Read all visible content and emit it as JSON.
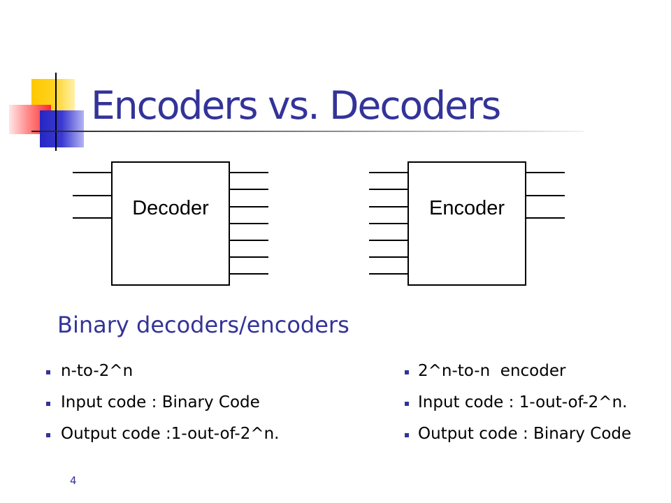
{
  "slide": {
    "title": "Encoders vs. Decoders",
    "subtitle": "Binary decoders/encoders",
    "page_number": "4"
  },
  "diagrams": {
    "decoder": {
      "label": "Decoder"
    },
    "encoder": {
      "label": "Encoder"
    }
  },
  "bullets": {
    "decoder": [
      "n-to-2^n",
      "Input code : Binary Code",
      "Output code :1-out-of-2^n."
    ],
    "encoder": [
      "2^n-to-n  encoder",
      "Input code : 1-out-of-2^n.",
      "Output code : Binary Code"
    ]
  },
  "colors": {
    "title": "#333399",
    "bullet": "#333399",
    "text": "#000000",
    "line": "#000000"
  }
}
